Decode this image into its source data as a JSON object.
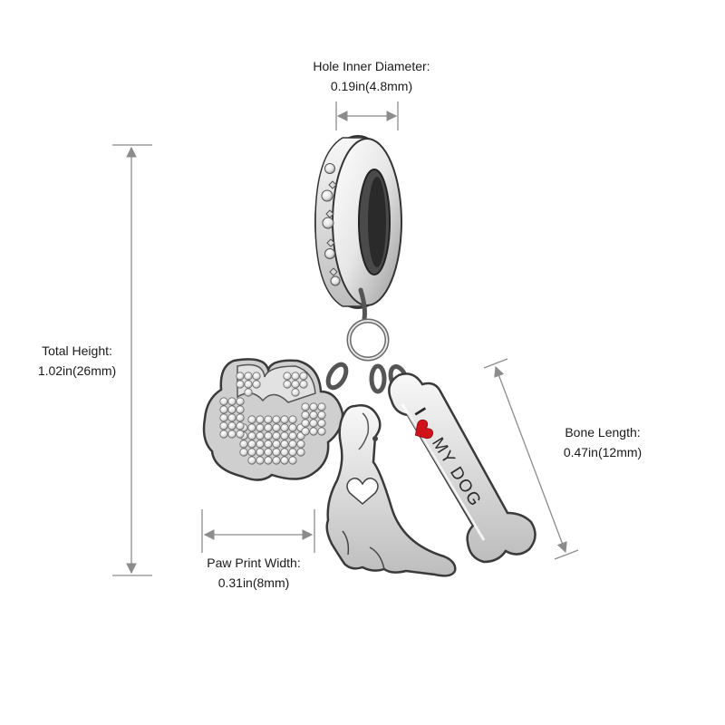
{
  "dimensions": {
    "hole": {
      "title": "Hole Inner Diameter:",
      "value": "0.19in(4.8mm)"
    },
    "total": {
      "title": "Total Height:",
      "value": "1.02in(26mm)"
    },
    "bone": {
      "title": "Bone Length:",
      "value": "0.47in(12mm)"
    },
    "paw": {
      "title": "Paw Print Width:",
      "value": "0.31in(8mm)"
    }
  },
  "bone_engraving": {
    "letter_i": "I",
    "text": "MY DOG",
    "heart_icon": "heart-icon"
  },
  "colors": {
    "silver_light": "#f4f4f4",
    "silver_mid": "#c9c9c9",
    "silver_dark": "#8a8a8a",
    "outline": "#3a3a3a",
    "dimension_line": "#8c8c8c",
    "heart_red": "#d0121b"
  }
}
